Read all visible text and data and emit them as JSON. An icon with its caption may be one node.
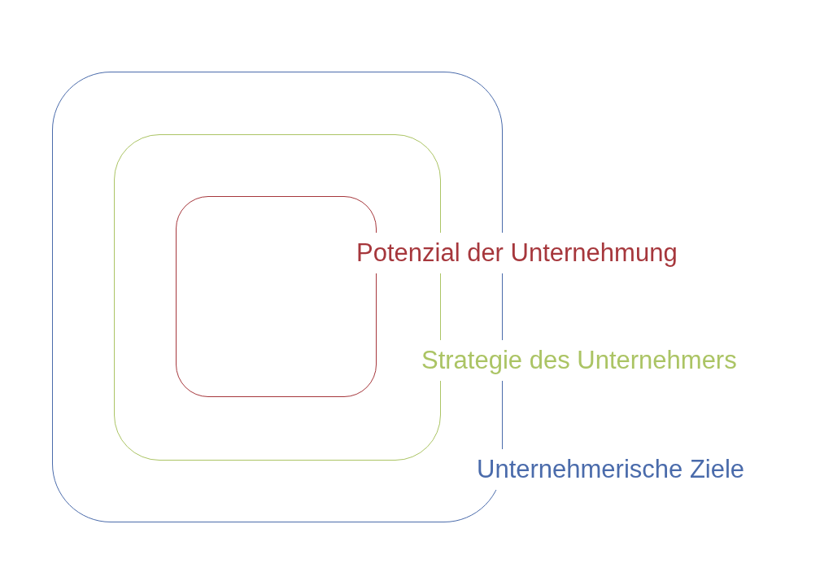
{
  "diagram": {
    "nodes": [
      {
        "text": [
          "Unternehmerische Ziele"
        ]
      },
      {
        "text": [
          "Strategie des Unternehmers"
        ],
        "in": 0
      },
      {
        "text": [
          "Potenzial der Unternehmung"
        ],
        "in": 1
      }
    ]
  }
}
